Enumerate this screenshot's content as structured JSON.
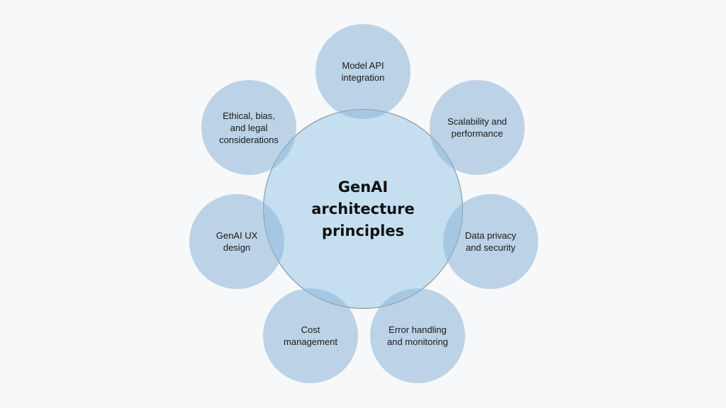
{
  "center": {
    "title": "GenAI architecture principles"
  },
  "principles": [
    {
      "label": "Model API integration"
    },
    {
      "label": "Scalability and performance"
    },
    {
      "label": "Data privacy and security"
    },
    {
      "label": "Error handling and monitoring"
    },
    {
      "label": "Cost management"
    },
    {
      "label": "GenAI UX design"
    },
    {
      "label": "Ethical, bias, and legal considerations"
    }
  ],
  "colors": {
    "background": "#f7f8fa",
    "center_fill": "#c5dff0",
    "node_fill": "#bad0e6"
  }
}
